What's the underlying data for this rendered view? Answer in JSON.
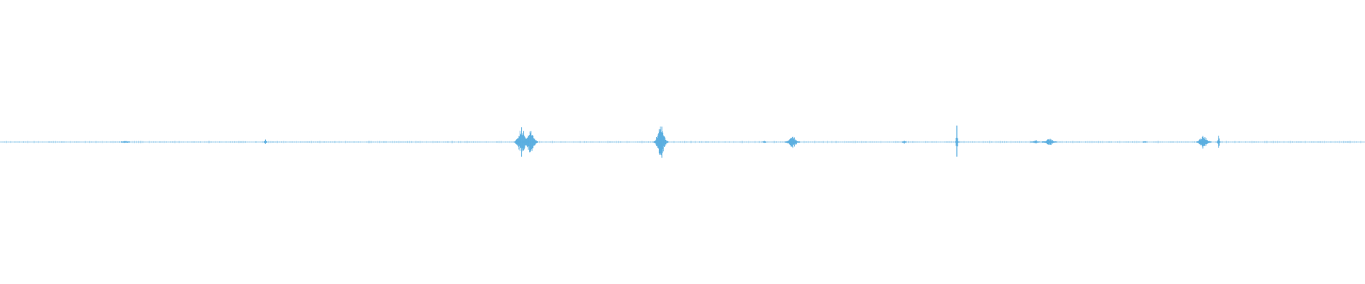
{
  "waveform": {
    "color": "#5aaee0",
    "background": "#ffffff",
    "events": [
      {
        "position": 0.092,
        "amplitude": 0.07,
        "kind": "blip"
      },
      {
        "position": 0.1945,
        "amplitude": 0.12,
        "kind": "click"
      },
      {
        "position": 0.3823,
        "amplitude": 0.7,
        "kind": "burst"
      },
      {
        "position": 0.3888,
        "amplitude": 0.5,
        "kind": "burst"
      },
      {
        "position": 0.4843,
        "amplitude": 0.7,
        "kind": "burst"
      },
      {
        "position": 0.56,
        "amplitude": 0.05,
        "kind": "click"
      },
      {
        "position": 0.5806,
        "amplitude": 0.25,
        "kind": "burst"
      },
      {
        "position": 0.6625,
        "amplitude": 0.08,
        "kind": "click"
      },
      {
        "position": 0.701,
        "amplitude": 0.85,
        "kind": "click"
      },
      {
        "position": 0.7583,
        "amplitude": 0.1,
        "kind": "blip"
      },
      {
        "position": 0.7688,
        "amplitude": 0.15,
        "kind": "burst"
      },
      {
        "position": 0.8386,
        "amplitude": 0.05,
        "kind": "click"
      },
      {
        "position": 0.8818,
        "amplitude": 0.3,
        "kind": "burst"
      },
      {
        "position": 0.8927,
        "amplitude": 0.35,
        "kind": "click"
      }
    ]
  }
}
